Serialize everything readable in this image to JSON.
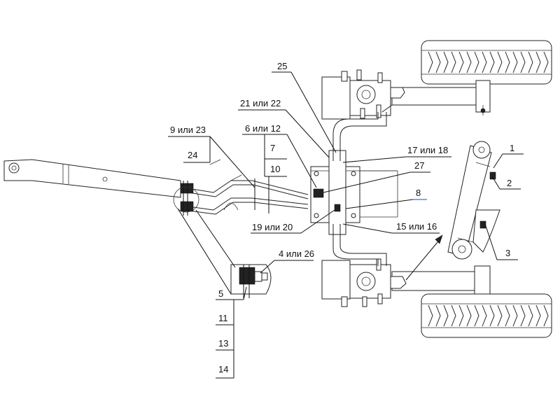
{
  "callouts": {
    "c1": "1",
    "c2": "2",
    "c3": "3",
    "c4_26": "4 или 26",
    "c5": "5",
    "c6_12": "6 или 12",
    "c7": "7",
    "c8": "8",
    "c9_23": "9 или 23",
    "c10": "10",
    "c11": "11",
    "c13": "13",
    "c14": "14",
    "c15_16": "15 или 16",
    "c17_18": "17 или 18",
    "c19_20": "19 или 20",
    "c21_22": "21 или 22",
    "c24": "24",
    "c25": "25",
    "c27": "27"
  },
  "colors": {
    "line": "#111111",
    "accent_underline": "#1f4fa0",
    "background": "#ffffff"
  }
}
